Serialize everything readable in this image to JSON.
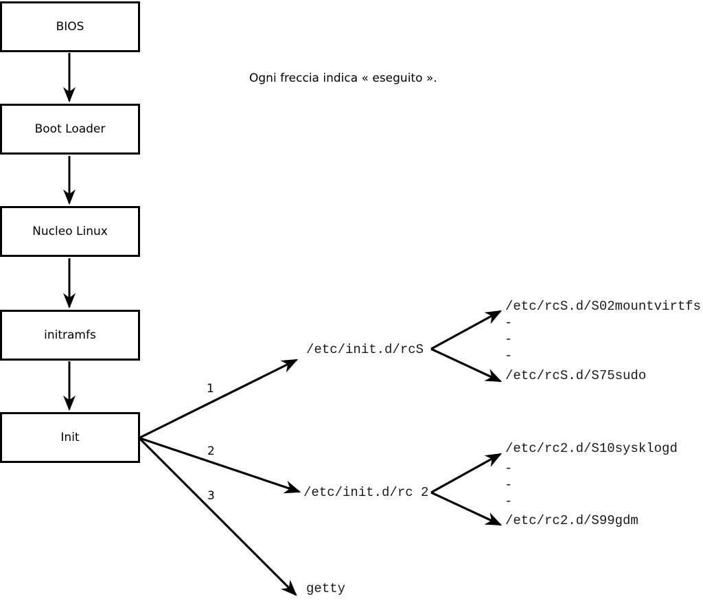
{
  "diagram": {
    "caption": "Ogni freccia indica « eseguito ».",
    "boot_sequence": [
      {
        "label": "BIOS"
      },
      {
        "label": "Boot Loader"
      },
      {
        "label": "Nucleo Linux"
      },
      {
        "label": "initramfs"
      },
      {
        "label": "Init"
      }
    ],
    "init_branches": [
      {
        "number": "1",
        "target": "/etc/init.d/rcS"
      },
      {
        "number": "2",
        "target": "/etc/init.d/rc 2"
      },
      {
        "number": "3",
        "target": "getty"
      }
    ],
    "rcS_scripts": {
      "first": "/etc/rcS.d/S02mountvirtfs",
      "dot1": "-",
      "dot2": "-",
      "dot3": "-",
      "last": "/etc/rcS.d/S75sudo"
    },
    "rc2_scripts": {
      "first": "/etc/rc2.d/S10sysklogd",
      "dot1": "-",
      "dot2": "-",
      "dot3": "-",
      "last": "/etc/rc2.d/S99gdm"
    },
    "colors": {
      "line": "#000000",
      "background": "#ffffff"
    }
  }
}
